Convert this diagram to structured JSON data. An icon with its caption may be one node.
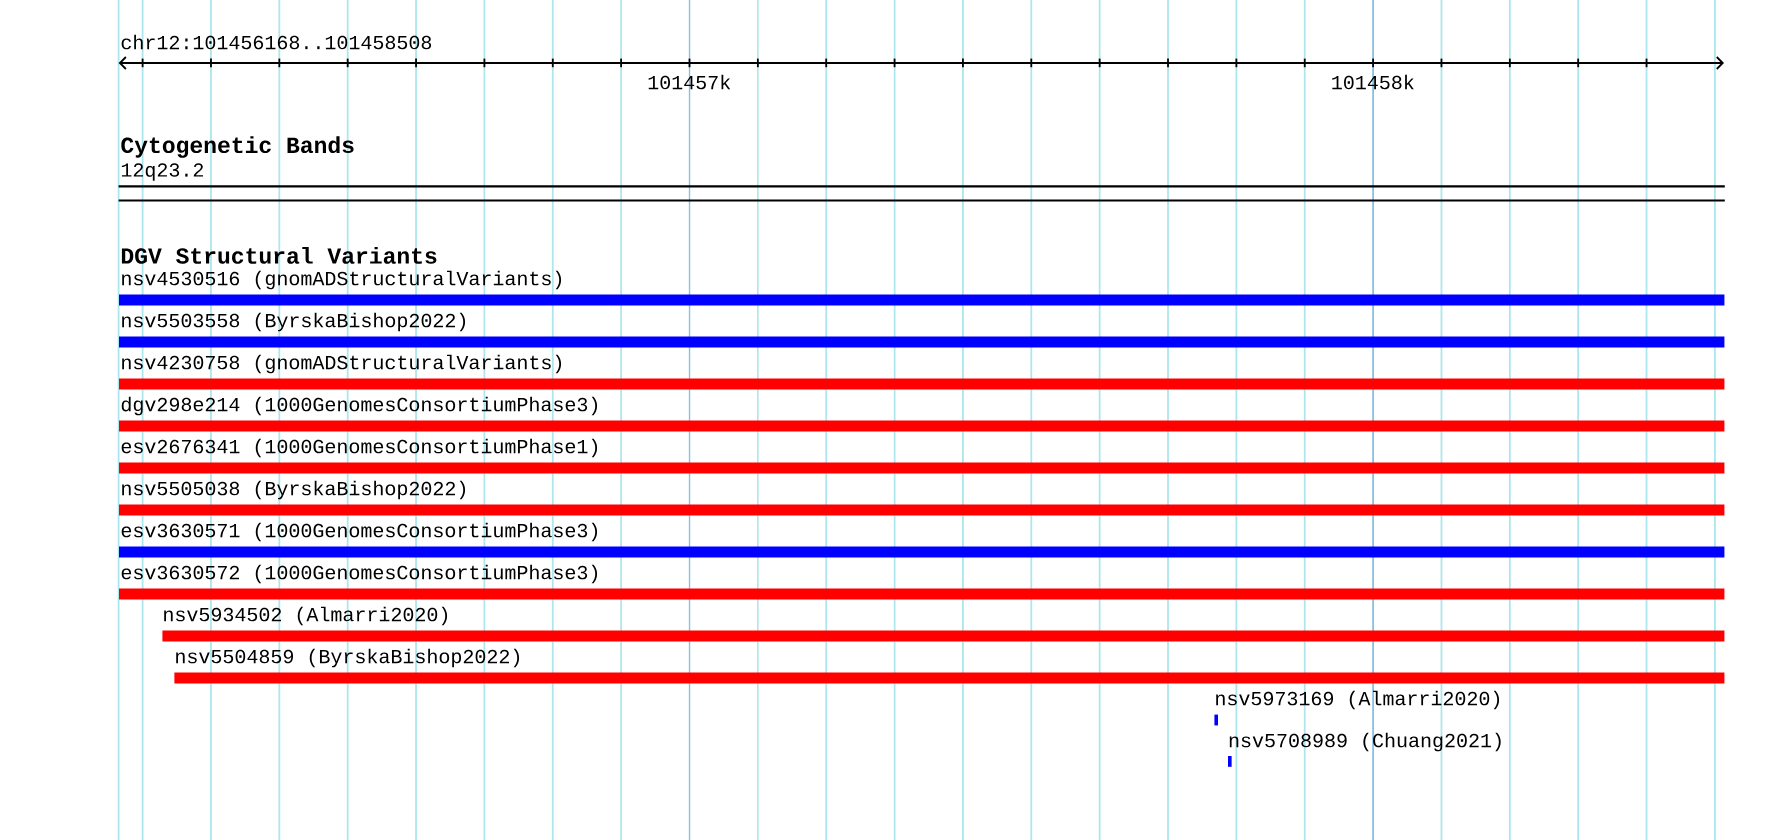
{
  "diagram": {
    "nodes": [
      {
        "text": [
          "12q23.2"
        ]
      },
      {
        "text": [
          "nsv4530516 (gnomADStructuralVariants)"
        ]
      },
      {
        "text": [
          "nsv5503558 (ByrskaBishop2022)"
        ]
      },
      {
        "text": [
          "nsv4230758 (gnomADStructuralVariants)"
        ]
      },
      {
        "text": [
          "dgv298e214 (1000GenomesConsortiumPhase3)"
        ]
      },
      {
        "text": [
          "esv2676341 (1000GenomesConsortiumPhase1)"
        ]
      },
      {
        "text": [
          "nsv5505038 (ByrskaBishop2022)"
        ]
      },
      {
        "text": [
          "esv3630571 (1000GenomesConsortiumPhase3)"
        ]
      },
      {
        "text": [
          "esv3630572 (1000GenomesConsortiumPhase3)"
        ]
      },
      {
        "text": [
          "nsv5934502 (Almarri2020)"
        ]
      },
      {
        "text": [
          "nsv5504859 (ByrskaBishop2022)"
        ]
      },
      {
        "text": [
          "nsv5973169 (Almarri2020)"
        ]
      },
      {
        "text": [
          "nsv5708989 (Chuang2021)"
        ]
      }
    ],
    "labels": [
      "chr12:101456168..101458508",
      "101457k",
      "101458k",
      "Cytogenetic Bands",
      "DGV Structural Variants"
    ]
  }
}
